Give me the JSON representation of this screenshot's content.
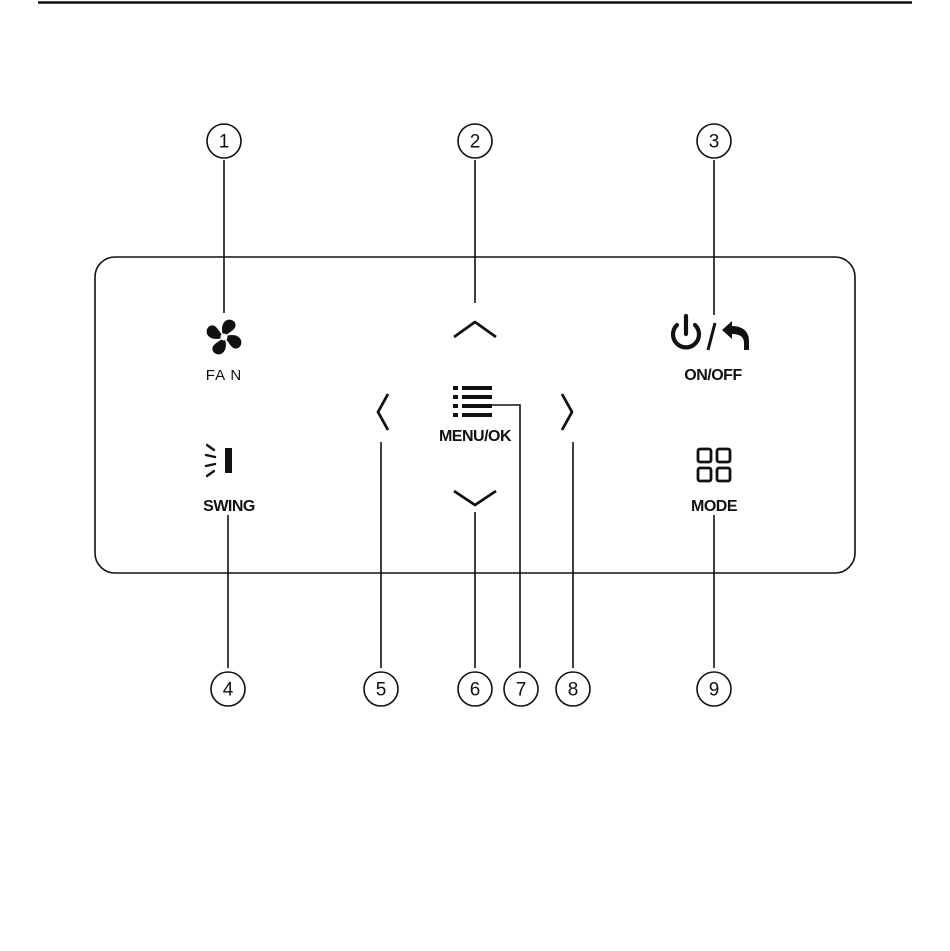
{
  "panel": {
    "buttons": {
      "fan": {
        "label": "FA N",
        "icon": "fan-icon"
      },
      "up": {
        "icon": "chevron-up-icon"
      },
      "on_off": {
        "label": "ON/OFF",
        "icon": "power-back-icon"
      },
      "swing": {
        "label": "SWING",
        "icon": "swing-icon"
      },
      "left": {
        "icon": "chevron-left-icon"
      },
      "menu_ok": {
        "label": "MENU/OK",
        "icon": "menu-list-icon"
      },
      "right": {
        "icon": "chevron-right-icon"
      },
      "down": {
        "icon": "chevron-down-icon"
      },
      "mode": {
        "label": "MODE",
        "icon": "mode-grid-icon"
      }
    }
  },
  "callouts": {
    "c1": "1",
    "c2": "2",
    "c3": "3",
    "c4": "4",
    "c5": "5",
    "c6": "6",
    "c7": "7",
    "c8": "8",
    "c9": "9"
  },
  "colors": {
    "ink": "#111111",
    "background": "#ffffff"
  }
}
